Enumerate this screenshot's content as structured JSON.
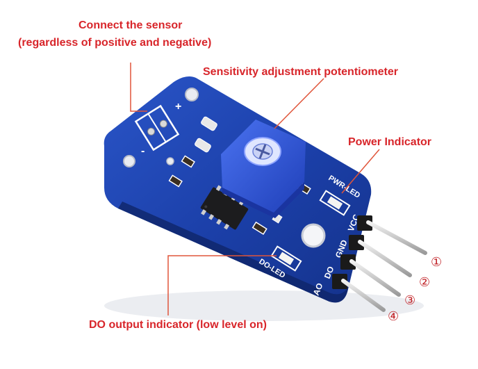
{
  "labels": {
    "connect_sensor_line1": "Connect the sensor",
    "connect_sensor_line2": "(regardless of positive and negative)",
    "sensitivity": "Sensitivity adjustment potentiometer",
    "power_indicator": "Power Indicator",
    "do_indicator": "DO output indicator (low level on)"
  },
  "pin_numbers": [
    "①",
    "②",
    "③",
    "④"
  ],
  "board_silkscreen": {
    "pwr_led": "PWR-LED",
    "do_led": "DO-LED",
    "pins": [
      "VCC",
      "GND",
      "DO",
      "AO"
    ],
    "plus": "+",
    "minus": "-"
  },
  "colors": {
    "callout_text": "#d8252a",
    "callout_line": "#e0553a",
    "pcb": "#1b3fa8",
    "potentiometer": "#2f55d6"
  }
}
